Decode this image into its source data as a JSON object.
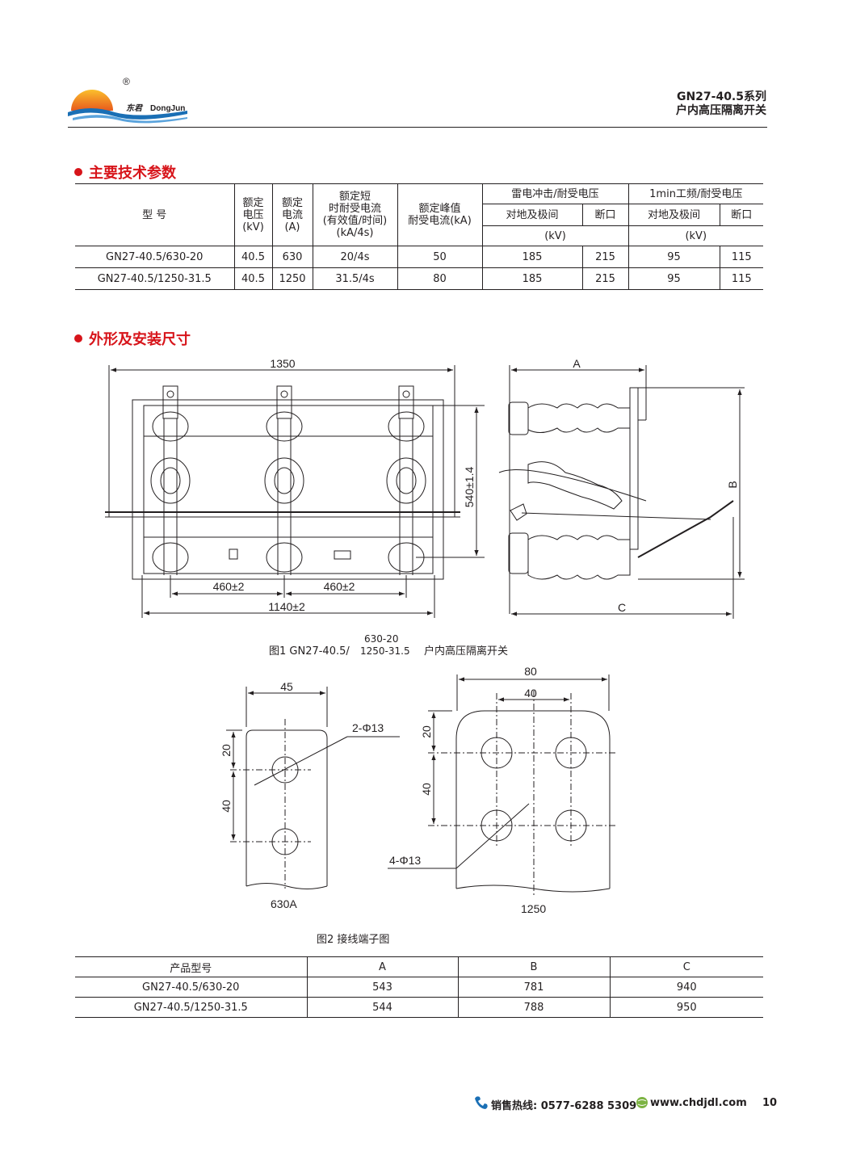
{
  "header": {
    "brand_cn": "东君",
    "brand_en": "DongJun",
    "registered": "®",
    "title_line1": "GN27-40.5系列",
    "title_line2": "户内高压隔离开关"
  },
  "section1": {
    "title": "主要技术参数"
  },
  "spec_table": {
    "h_model": "型 号",
    "h_voltage": [
      "额定",
      "电压",
      "(kV)"
    ],
    "h_current": [
      "额定",
      "电流",
      "(A)"
    ],
    "h_short": [
      "额定短",
      "时耐受电流",
      "(有效值/时间)",
      "(kA/4s)"
    ],
    "h_peak": [
      "额定峰值",
      "耐受电流(kA)"
    ],
    "h_lightning": "雷电冲击/耐受电压",
    "h_power": "1min工频/耐受电压",
    "h_ground": "对地及极间",
    "h_break": "断口",
    "h_kv": "(kV)",
    "rows": [
      [
        "GN27-40.5/630-20",
        "40.5",
        "630",
        "20/4s",
        "50",
        "185",
        "215",
        "95",
        "115"
      ],
      [
        "GN27-40.5/1250-31.5",
        "40.5",
        "1250",
        "31.5/4s",
        "80",
        "185",
        "215",
        "95",
        "115"
      ]
    ]
  },
  "section2": {
    "title": "外形及安装尺寸"
  },
  "fig1": {
    "dim_top": "1350",
    "dim_height": "540±1.4",
    "dim_pitch_left": "460±2",
    "dim_pitch_right": "460±2",
    "dim_mount": "1140±2",
    "label_a": "A",
    "label_b": "B",
    "label_c": "C",
    "caption_prefix": "图1 GN27-40.5/",
    "caption_num": "630-20",
    "caption_den": "1250-31.5",
    "caption_suffix": "户内高压隔离开关"
  },
  "fig2": {
    "left_width": "45",
    "left_d1": "20",
    "left_d2": "40",
    "left_holes": "2-Φ13",
    "left_label": "630A",
    "right_width": "80",
    "right_pitch": "40",
    "right_d1": "20",
    "right_d2": "40",
    "right_holes": "4-Φ13",
    "right_label": "1250",
    "caption": "图2 接线端子图"
  },
  "dims_table": {
    "headers": [
      "产品型号",
      "A",
      "B",
      "C"
    ],
    "rows": [
      [
        "GN27-40.5/630-20",
        "543",
        "781",
        "940"
      ],
      [
        "GN27-40.5/1250-31.5",
        "544",
        "788",
        "950"
      ]
    ]
  },
  "footer": {
    "hotline": "销售热线: 0577-6288 5309",
    "website": "www.chdjdl.com",
    "page": "10"
  },
  "colors": {
    "accent": "#d7141a",
    "logo_orange": "#f39a1e",
    "logo_blue": "#1a6fb5",
    "ink": "#231f20"
  }
}
